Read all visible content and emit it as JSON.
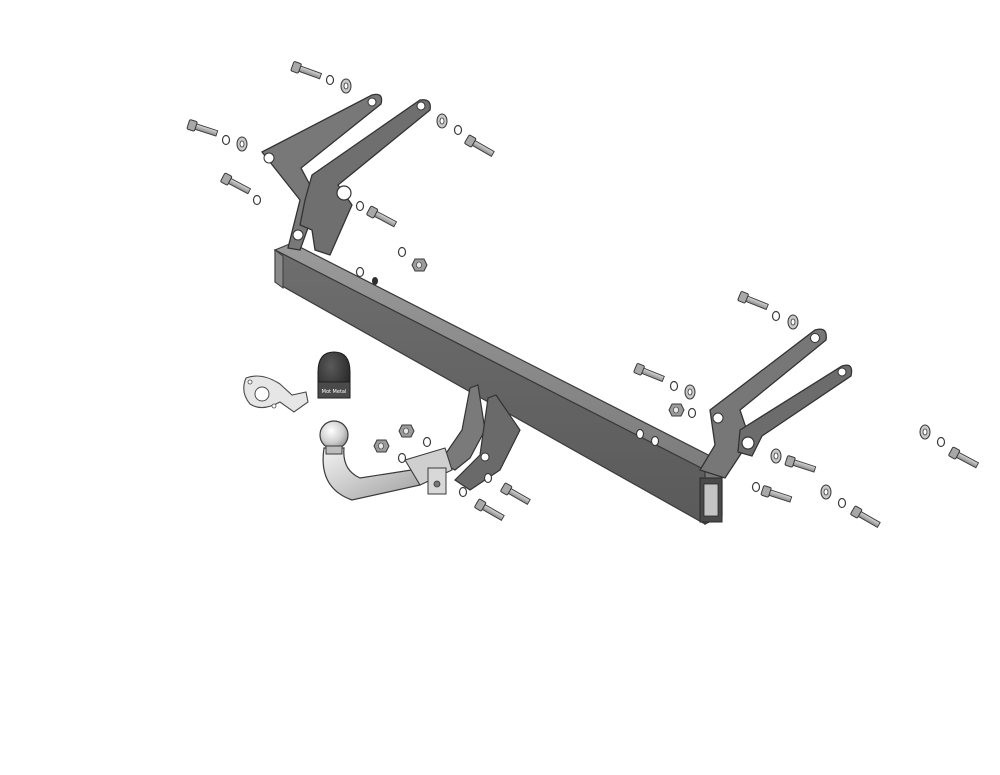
{
  "diagram": {
    "colors": {
      "background": "#ffffff",
      "steel_dark": "#6a6a6a",
      "steel_mid": "#8c8c8c",
      "steel_light": "#b4b4b4",
      "outline": "#3a3a3a",
      "chrome": "#d9d9d9",
      "cap_black": "#2f2f2f"
    },
    "components": [
      "main-crossbar",
      "left-bracket-pair",
      "right-bracket-pair",
      "center-mount-bracket",
      "detachable-tow-ball",
      "ball-cap",
      "electrical-socket-plate",
      "bolt-set",
      "washer-set"
    ],
    "cap_brand_text": "Mot Metal"
  }
}
